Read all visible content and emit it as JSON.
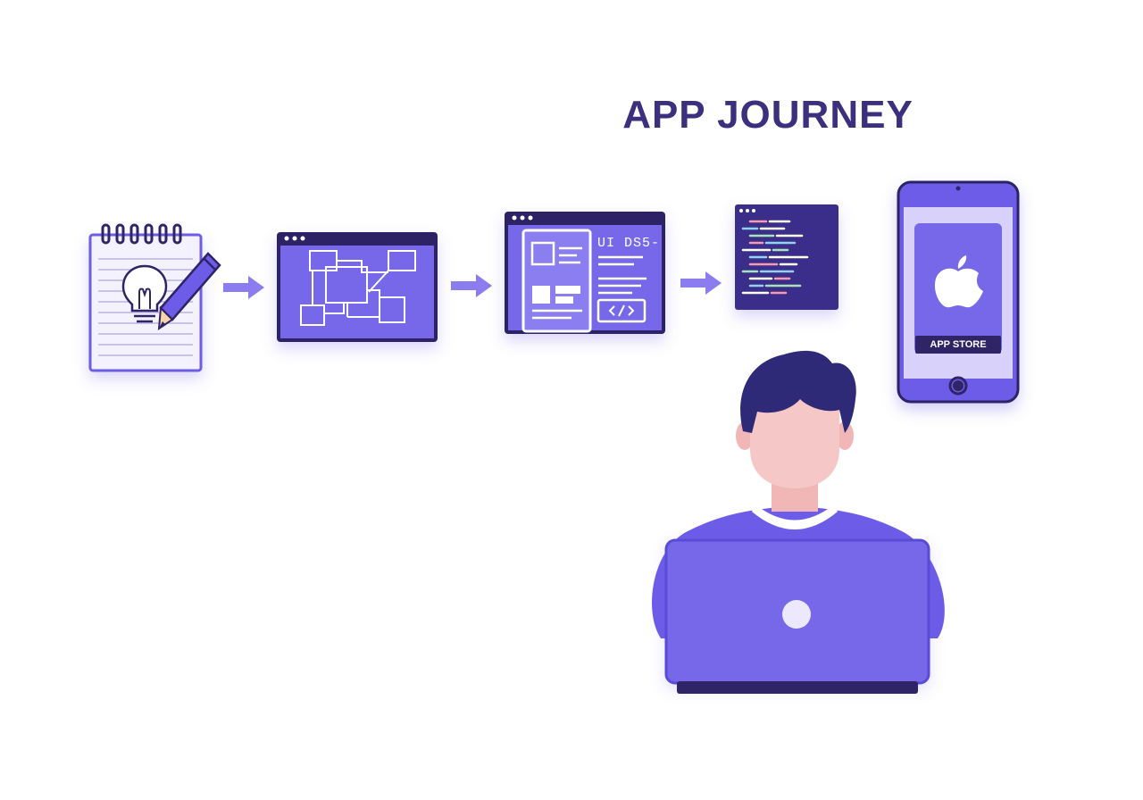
{
  "title": "APP JOURNEY",
  "ui_label": "UI DS5-",
  "store_label": "APP STORE",
  "steps": [
    {
      "name": "idea-notepad",
      "icon": "lightbulb-icon"
    },
    {
      "name": "wireframe",
      "icon": "wireframe-icon"
    },
    {
      "name": "ui-design",
      "icon": "ui-layout-icon"
    },
    {
      "name": "code",
      "icon": "code-icon"
    },
    {
      "name": "app-store-phone",
      "icon": "apple-icon"
    }
  ],
  "colors": {
    "title": "#3b2f7e",
    "primary": "#6c5ce7",
    "primary_light": "#8b7cf0",
    "dark": "#2e2466",
    "skin": "#f6c7c7",
    "hair": "#2e2a78",
    "store_label_bg": "#2e2466",
    "store_label_text": "#ffffff"
  }
}
